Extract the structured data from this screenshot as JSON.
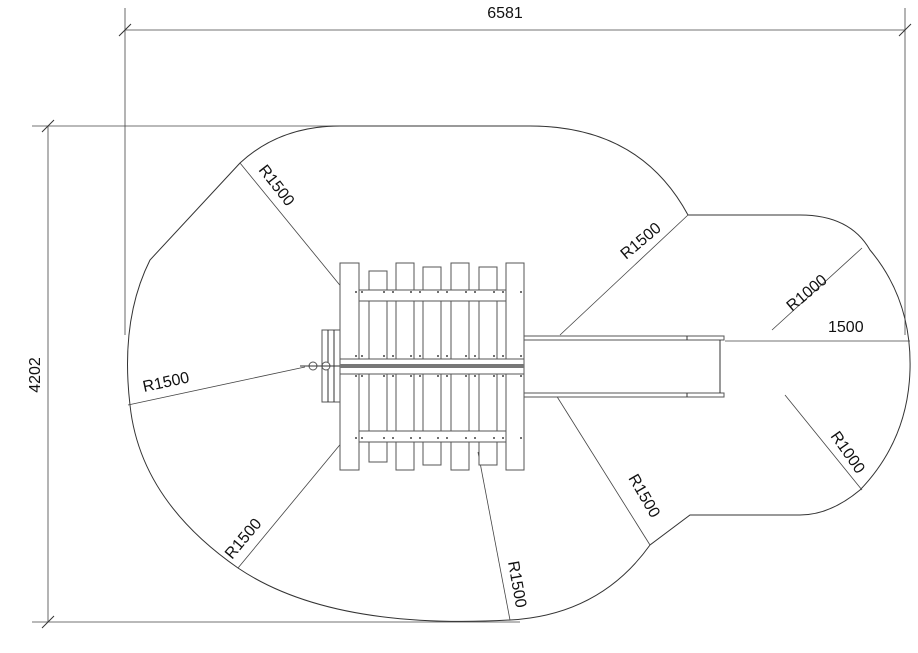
{
  "drawing": {
    "overall_width_dim": "6581",
    "overall_height_dim": "4202",
    "radius_labels": {
      "top_left": "R1500",
      "upper_right": "R1500",
      "right_upper_small": "R1000",
      "left": "R1500",
      "right_lower_small": "R1000",
      "lower_right": "R1500",
      "bottom_left": "R1500",
      "bottom": "R1500"
    },
    "slide_clearance_dim": "1500"
  }
}
